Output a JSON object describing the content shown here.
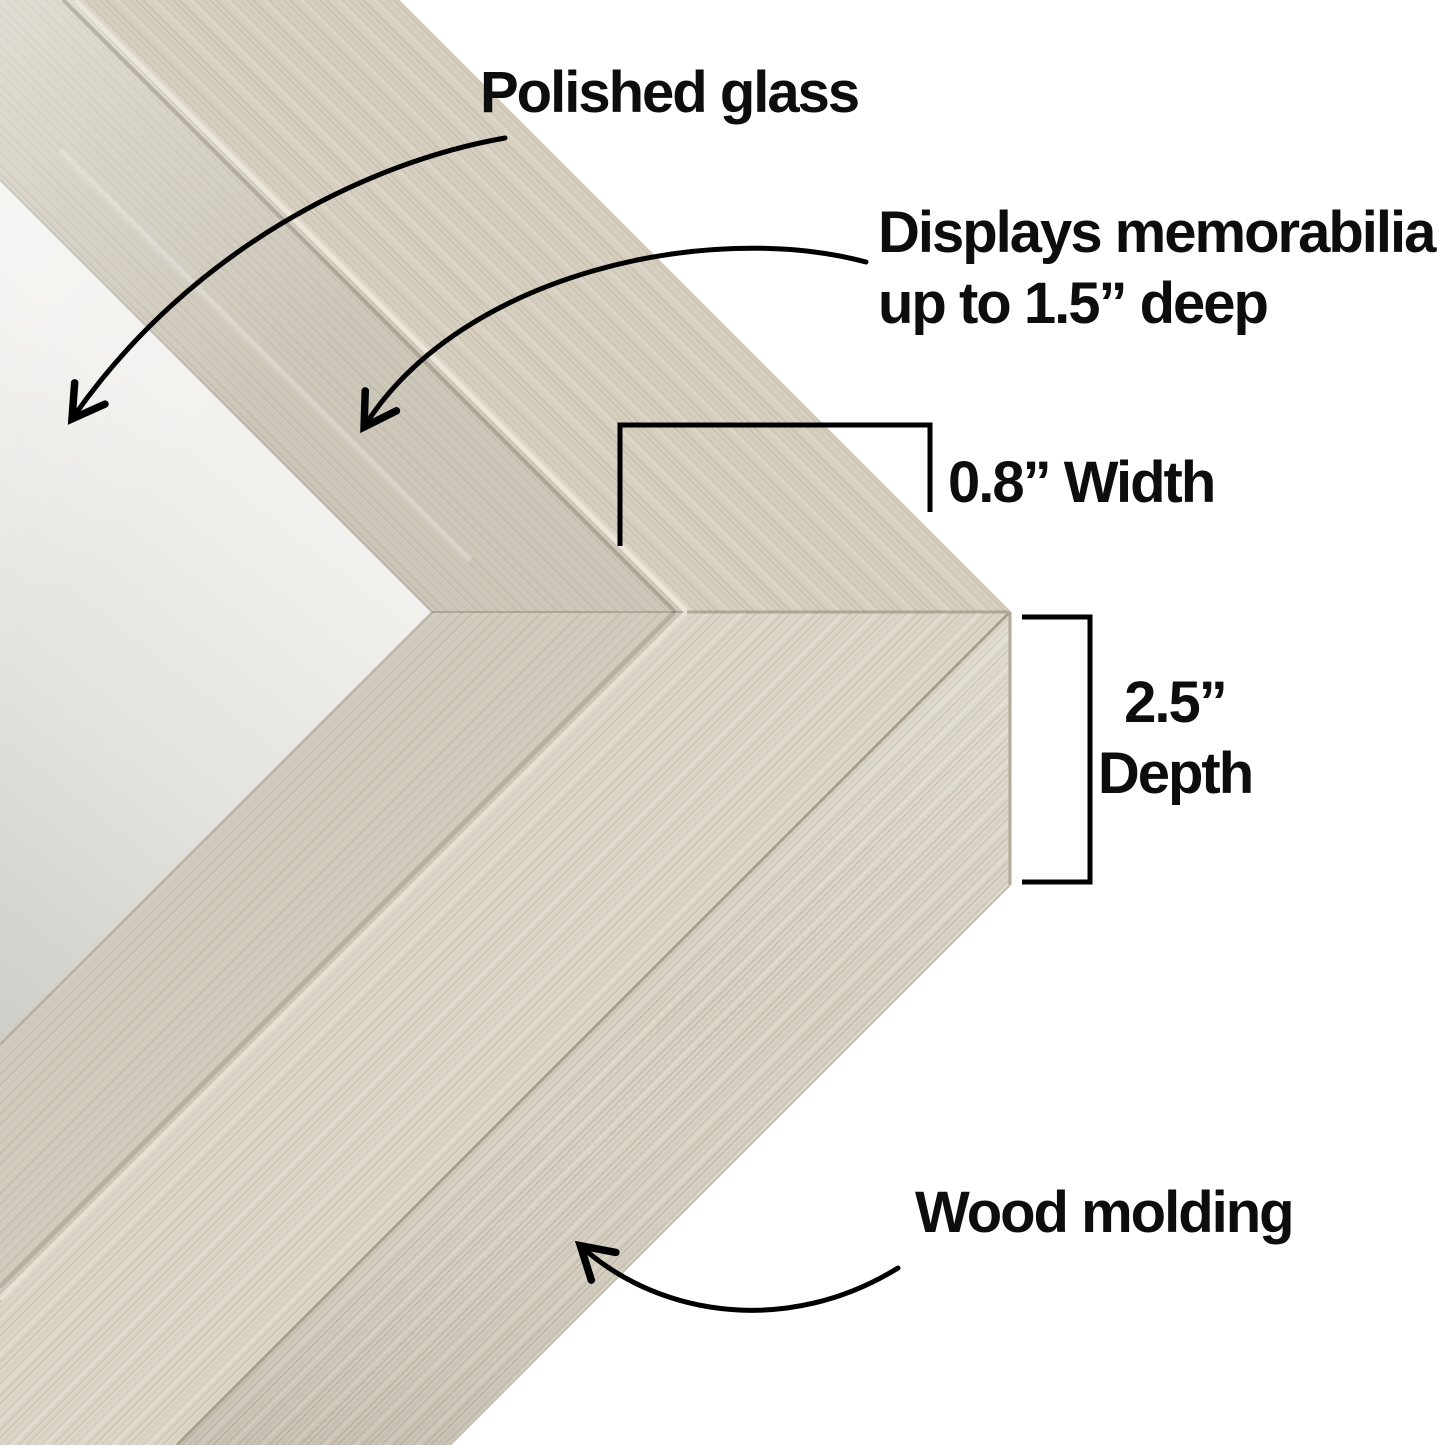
{
  "title": "Shadow box frame corner diagram",
  "labels": {
    "polished_glass": "Polished glass",
    "displays_line1": "Displays memorabilia",
    "displays_line2": "up to 1.5” deep",
    "width": "0.8” Width",
    "depth_value": "2.5”",
    "depth_word": "Depth",
    "wood_molding": "Wood molding"
  },
  "measurements": {
    "frame_width_in": "0.8",
    "frame_depth_in": "2.5",
    "display_depth_in": "1.5"
  },
  "colors": {
    "background": "#ffffff",
    "annotation": "#000000",
    "wood_base": "#d9d2c4",
    "wood_light": "#ded7c9",
    "wood_shadow": "#b7ae9b",
    "glass_panel": "#e6e5e1",
    "text": "#0d0d0d"
  }
}
